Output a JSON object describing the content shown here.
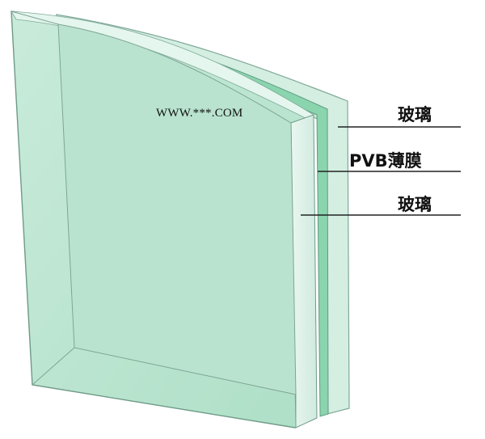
{
  "diagram": {
    "watermark": "WWW.***.COM",
    "labels": [
      {
        "text": "玻璃"
      },
      {
        "text": "PVB薄膜"
      },
      {
        "text": "玻璃"
      }
    ]
  },
  "colors": {
    "glass_face": "#bfe5d2",
    "glass_inner": "#a9dcc4",
    "glass_edge": "#dff3ea",
    "pvb_film": "#7fcfa6",
    "outline": "#6e9a88",
    "leader_line": "#222222"
  }
}
